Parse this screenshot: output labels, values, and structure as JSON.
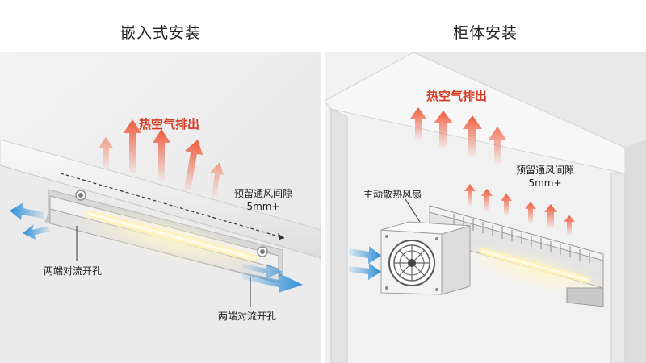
{
  "left_panel": {
    "title": "嵌入式安装",
    "hot_air_label": "热空气排出",
    "gap_label_line1": "预留通风间隙",
    "gap_label_line2": "5mm+",
    "convection_label_left": "两端对流开孔",
    "convection_label_right": "两端对流开孔"
  },
  "right_panel": {
    "title": "柜体安装",
    "hot_air_label": "热空气排出",
    "fan_label": "主动散热风扇",
    "gap_label_line1": "预留通风间隙",
    "gap_label_line2": "5mm+"
  },
  "colors": {
    "hot_arrow": "#ef5a3c",
    "cool_arrow": "#2f8fd8",
    "lamp_glow": "#fff1b8",
    "label_red": "#d63a22"
  }
}
